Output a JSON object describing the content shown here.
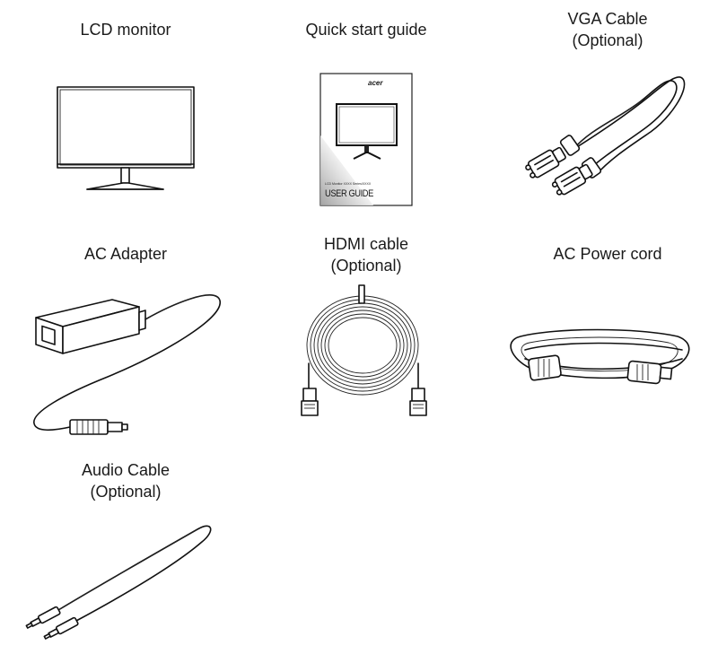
{
  "items": [
    {
      "id": "lcd-monitor",
      "label_lines": [
        "LCD monitor"
      ],
      "icon": "lcd-monitor-icon"
    },
    {
      "id": "quick-start-guide",
      "label_lines": [
        "Quick start guide"
      ],
      "icon": "user-guide-icon"
    },
    {
      "id": "vga-cable",
      "label_lines": [
        "VGA Cable",
        "(Optional)"
      ],
      "icon": "vga-cable-icon"
    },
    {
      "id": "ac-adapter",
      "label_lines": [
        "AC Adapter"
      ],
      "icon": "ac-adapter-icon"
    },
    {
      "id": "hdmi-cable",
      "label_lines": [
        "HDMI cable",
        "(Optional)"
      ],
      "icon": "hdmi-cable-icon"
    },
    {
      "id": "ac-power-cord",
      "label_lines": [
        "AC Power cord"
      ],
      "icon": "power-cord-icon"
    },
    {
      "id": "audio-cable",
      "label_lines": [
        "Audio Cable",
        "(Optional)"
      ],
      "icon": "audio-cable-icon"
    }
  ],
  "guide": {
    "brand": "acer",
    "model_line": "LCD Monitor  XXXX Series/XXXX",
    "title": "USER GUIDE"
  }
}
